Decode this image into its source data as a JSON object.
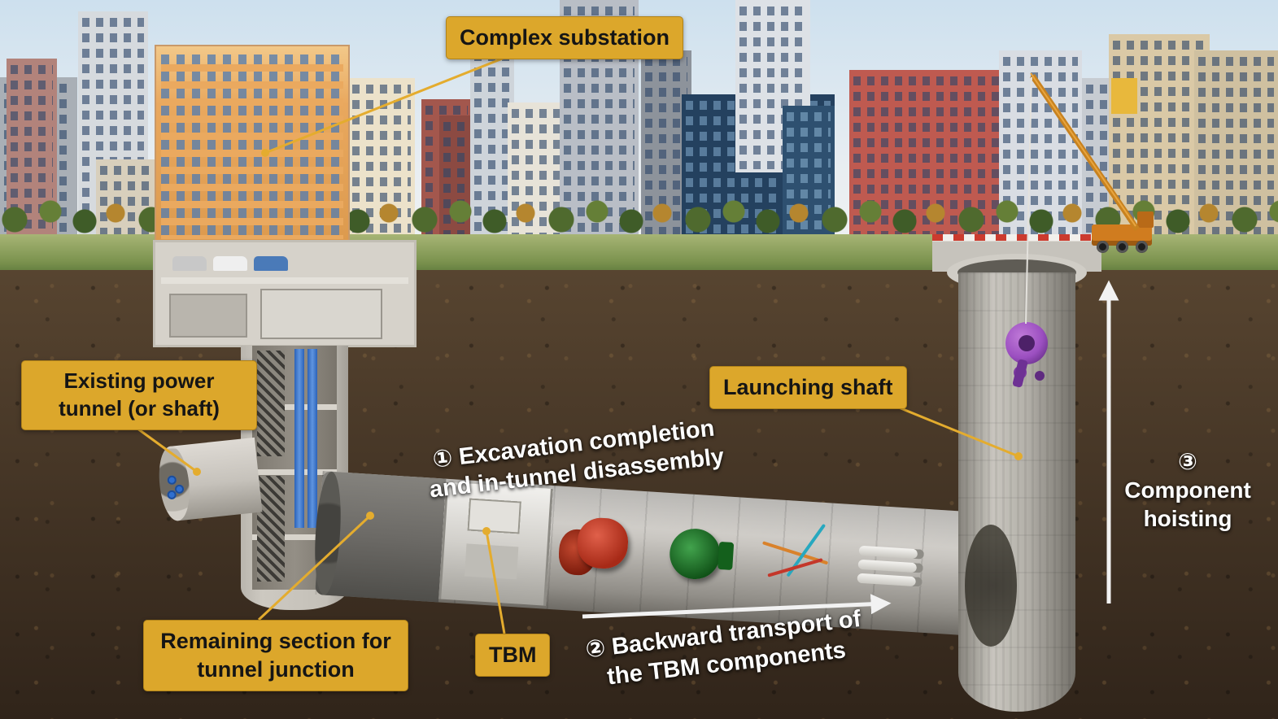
{
  "labels": {
    "complex_substation": "Complex substation",
    "existing_power_tunnel": "Existing power tunnel (or shaft)",
    "launching_shaft": "Launching shaft",
    "remaining_section": "Remaining section for tunnel junction",
    "tbm": "TBM"
  },
  "steps": {
    "step1_line1": "① Excavation completion",
    "step1_line2": "and in-tunnel disassembly",
    "step2_line1": "② Backward transport of",
    "step2_line2": "the TBM components",
    "step3_number": "③",
    "step3_line1": "Component",
    "step3_line2": "hoisting"
  },
  "colors": {
    "label_bg": "#DCA72B",
    "label_text": "#151515",
    "leader_line": "#E4AC2E",
    "annotation_text": "#FFFFFF",
    "arrow": "#F2F2F2",
    "earth": "#49392B",
    "grass": "#8CA25D",
    "sky": "#D8E6EF",
    "tunnel_gray": "#B9B6B0",
    "purple_component": "#9B4FC0"
  }
}
